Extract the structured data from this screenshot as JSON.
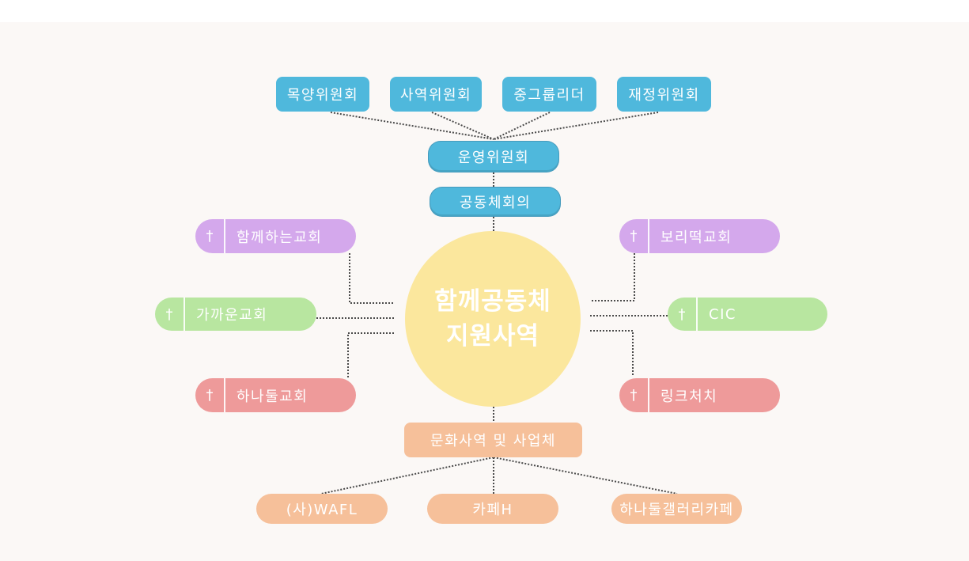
{
  "center": {
    "line1": "함께공동체",
    "line2": "지원사역"
  },
  "committees": [
    "목양위원회",
    "사역위원회",
    "중그룹리더",
    "재정위원회"
  ],
  "operating_committee": "운영위원회",
  "community_council": "공동체회의",
  "churches": {
    "cross": "†",
    "left": [
      "함께하는교회",
      "가까운교회",
      "하나둘교회"
    ],
    "right": [
      "보리떡교회",
      "CIC",
      "링크처치"
    ]
  },
  "culture": "문화사역 및 사업체",
  "businesses": [
    "(사)WAFL",
    "카페H",
    "하나둘갤러리카페"
  ],
  "colors": {
    "blue": "#4fb8dc",
    "purple": "#d4a8ec",
    "green": "#b8e6a0",
    "red": "#ee9a9a",
    "orange": "#f6c09a",
    "center": "#fbe79d"
  }
}
